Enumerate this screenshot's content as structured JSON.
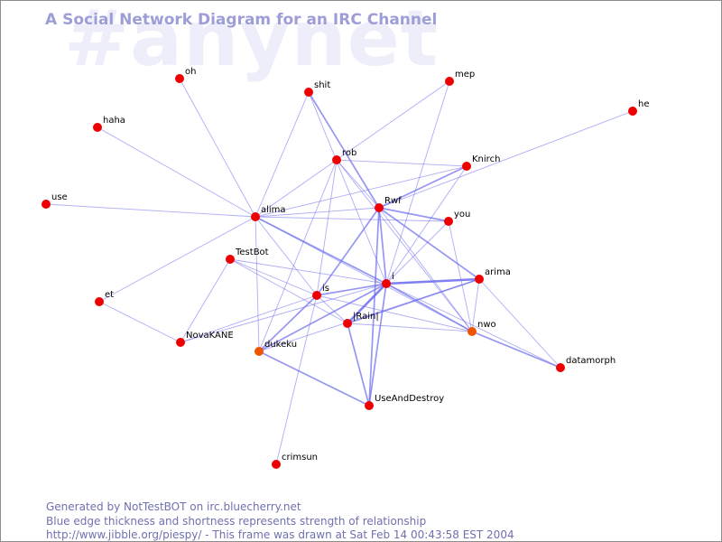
{
  "title": "A Social Network Diagram for an IRC Channel",
  "channel_watermark": "#anynet",
  "footer": {
    "line1": "Generated by NotTestBOT on irc.bluecherry.net",
    "line2": "Blue edge thickness and shortness represents strength of relationship",
    "line3": "http://www.jibble.org/piespy/ - This frame was drawn at Sat Feb 14 00:43:58 EST 2004"
  },
  "colors": {
    "edge": "#6a6af0",
    "node": "#ee0000",
    "node_accent": "#ee5500",
    "title": "#9d9dd8",
    "footer": "#7070b0"
  },
  "nodes": [
    {
      "id": "oh",
      "label": "oh"
    },
    {
      "id": "shit",
      "label": "shit"
    },
    {
      "id": "mep",
      "label": "mep"
    },
    {
      "id": "he",
      "label": "he"
    },
    {
      "id": "haha",
      "label": "haha"
    },
    {
      "id": "rob",
      "label": "rob"
    },
    {
      "id": "Knirch",
      "label": "Knirch"
    },
    {
      "id": "use",
      "label": "use"
    },
    {
      "id": "alima",
      "label": "alima"
    },
    {
      "id": "Rwf",
      "label": "Rwf"
    },
    {
      "id": "you",
      "label": "you"
    },
    {
      "id": "TestBot",
      "label": "TestBot"
    },
    {
      "id": "arima",
      "label": "arima"
    },
    {
      "id": "i",
      "label": "i"
    },
    {
      "id": "is",
      "label": "is"
    },
    {
      "id": "et",
      "label": "et"
    },
    {
      "id": "Rain",
      "label": "|Rain|"
    },
    {
      "id": "nwo",
      "label": "nwo",
      "accent": true
    },
    {
      "id": "NovaKANE",
      "label": "NovaKANE"
    },
    {
      "id": "dukeku",
      "label": "dukeku",
      "accent": true
    },
    {
      "id": "datamorph",
      "label": "datamorph"
    },
    {
      "id": "UseAndDestroy",
      "label": "UseAndDestroy"
    },
    {
      "id": "crimsun",
      "label": "crimsun"
    }
  ],
  "edges": [
    {
      "s": "oh",
      "t": "alima",
      "w": 1
    },
    {
      "s": "haha",
      "t": "alima",
      "w": 1
    },
    {
      "s": "use",
      "t": "alima",
      "w": 1
    },
    {
      "s": "shit",
      "t": "alima",
      "w": 1
    },
    {
      "s": "shit",
      "t": "Rwf",
      "w": 2
    },
    {
      "s": "shit",
      "t": "i",
      "w": 1
    },
    {
      "s": "mep",
      "t": "rob",
      "w": 1
    },
    {
      "s": "mep",
      "t": "i",
      "w": 1
    },
    {
      "s": "he",
      "t": "Rwf",
      "w": 1
    },
    {
      "s": "rob",
      "t": "alima",
      "w": 1
    },
    {
      "s": "rob",
      "t": "Rwf",
      "w": 1
    },
    {
      "s": "rob",
      "t": "is",
      "w": 1
    },
    {
      "s": "rob",
      "t": "nwo",
      "w": 1
    },
    {
      "s": "rob",
      "t": "dukeku",
      "w": 1
    },
    {
      "s": "Knirch",
      "t": "Rwf",
      "w": 2
    },
    {
      "s": "Knirch",
      "t": "alima",
      "w": 1
    },
    {
      "s": "Knirch",
      "t": "rob",
      "w": 1
    },
    {
      "s": "Knirch",
      "t": "i",
      "w": 1
    },
    {
      "s": "alima",
      "t": "Rwf",
      "w": 1
    },
    {
      "s": "alima",
      "t": "you",
      "w": 1
    },
    {
      "s": "alima",
      "t": "i",
      "w": 2
    },
    {
      "s": "alima",
      "t": "is",
      "w": 1
    },
    {
      "s": "alima",
      "t": "nwo",
      "w": 1
    },
    {
      "s": "alima",
      "t": "dukeku",
      "w": 1
    },
    {
      "s": "alima",
      "t": "et",
      "w": 1
    },
    {
      "s": "Rwf",
      "t": "you",
      "w": 2
    },
    {
      "s": "Rwf",
      "t": "i",
      "w": 2
    },
    {
      "s": "Rwf",
      "t": "is",
      "w": 2
    },
    {
      "s": "Rwf",
      "t": "arima",
      "w": 2
    },
    {
      "s": "Rwf",
      "t": "nwo",
      "w": 1
    },
    {
      "s": "Rwf",
      "t": "UseAndDestroy",
      "w": 2
    },
    {
      "s": "you",
      "t": "i",
      "w": 1
    },
    {
      "s": "you",
      "t": "nwo",
      "w": 1
    },
    {
      "s": "TestBot",
      "t": "i",
      "w": 1
    },
    {
      "s": "TestBot",
      "t": "is",
      "w": 1
    },
    {
      "s": "TestBot",
      "t": "Rain",
      "w": 1
    },
    {
      "s": "TestBot",
      "t": "NovaKANE",
      "w": 1
    },
    {
      "s": "i",
      "t": "arima",
      "w": 3
    },
    {
      "s": "i",
      "t": "is",
      "w": 2
    },
    {
      "s": "i",
      "t": "Rain",
      "w": 3
    },
    {
      "s": "i",
      "t": "nwo",
      "w": 2
    },
    {
      "s": "i",
      "t": "dukeku",
      "w": 2
    },
    {
      "s": "i",
      "t": "UseAndDestroy",
      "w": 2
    },
    {
      "s": "i",
      "t": "datamorph",
      "w": 1
    },
    {
      "s": "is",
      "t": "Rain",
      "w": 1
    },
    {
      "s": "is",
      "t": "nwo",
      "w": 1
    },
    {
      "s": "is",
      "t": "dukeku",
      "w": 2
    },
    {
      "s": "is",
      "t": "crimsun",
      "w": 1
    },
    {
      "s": "is",
      "t": "NovaKANE",
      "w": 1
    },
    {
      "s": "Rain",
      "t": "UseAndDestroy",
      "w": 2
    },
    {
      "s": "Rain",
      "t": "arima",
      "w": 2
    },
    {
      "s": "Rain",
      "t": "nwo",
      "w": 1
    },
    {
      "s": "nwo",
      "t": "arima",
      "w": 1
    },
    {
      "s": "nwo",
      "t": "datamorph",
      "w": 2
    },
    {
      "s": "arima",
      "t": "datamorph",
      "w": 1
    },
    {
      "s": "et",
      "t": "NovaKANE",
      "w": 1
    },
    {
      "s": "dukeku",
      "t": "UseAndDestroy",
      "w": 2
    },
    {
      "s": "dukeku",
      "t": "arima",
      "w": 1
    },
    {
      "s": "NovaKANE",
      "t": "i",
      "w": 1
    }
  ]
}
